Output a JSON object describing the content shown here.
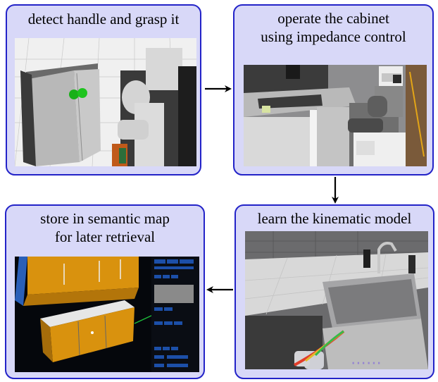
{
  "panels": [
    {
      "id": "p1",
      "caption": [
        "detect handle and grasp it"
      ]
    },
    {
      "id": "p2",
      "caption": [
        "operate the cabinet",
        "using impedance control"
      ]
    },
    {
      "id": "p3",
      "caption": [
        "learn the kinematic model"
      ]
    },
    {
      "id": "p4",
      "caption": [
        "store in semantic map",
        "for later retrieval"
      ]
    }
  ],
  "colors": {
    "panel_fill": "#d8d8f8",
    "panel_border": "#2323c8",
    "arrow": "#000000",
    "map_cabinet": "#d9920e",
    "map_background": "#05070c",
    "map_ui": "#1c4fa8"
  },
  "arrows": [
    {
      "from": "p1",
      "to": "p2",
      "direction": "right"
    },
    {
      "from": "p2",
      "to": "p3",
      "direction": "down"
    },
    {
      "from": "p3",
      "to": "p4",
      "direction": "left"
    }
  ],
  "images": {
    "p1": "point-cloud-with-robot-gripper",
    "p2": "robot-opening-kitchen-cabinet",
    "p3": "kitchen-sink-with-trajectory",
    "p4": "semantic-map-3d-view"
  }
}
